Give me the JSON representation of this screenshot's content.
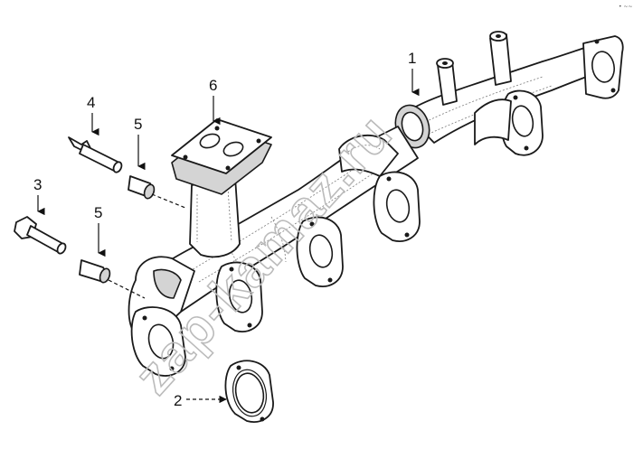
{
  "callouts": [
    {
      "id": "1",
      "label": "1"
    },
    {
      "id": "2",
      "label": "2"
    },
    {
      "id": "3",
      "label": "3"
    },
    {
      "id": "4",
      "label": "4"
    },
    {
      "id": "5a",
      "label": "5"
    },
    {
      "id": "5b",
      "label": "5"
    },
    {
      "id": "6",
      "label": "6"
    }
  ],
  "watermark": "zap-kamaz.ru",
  "corner_mark": "• ~~"
}
